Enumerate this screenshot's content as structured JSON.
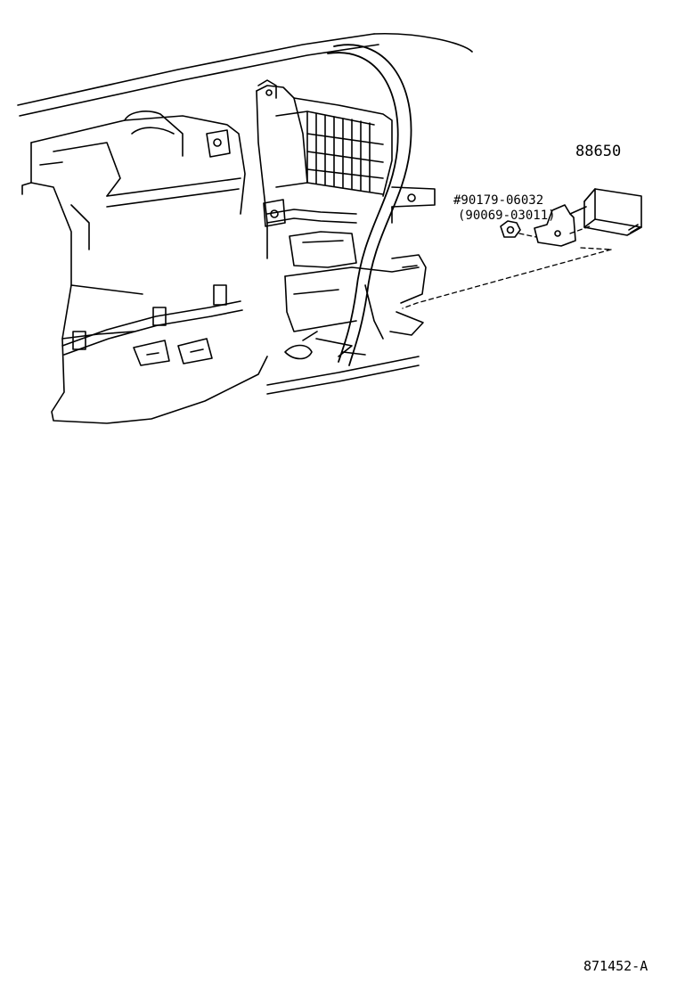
{
  "labels": {
    "part_88650": "88650",
    "part_90179": "#90179-06032",
    "part_90069": "(90069-03011)",
    "figure_id": "871452-A"
  },
  "colors": {
    "line": "#000000",
    "background": "#ffffff"
  }
}
